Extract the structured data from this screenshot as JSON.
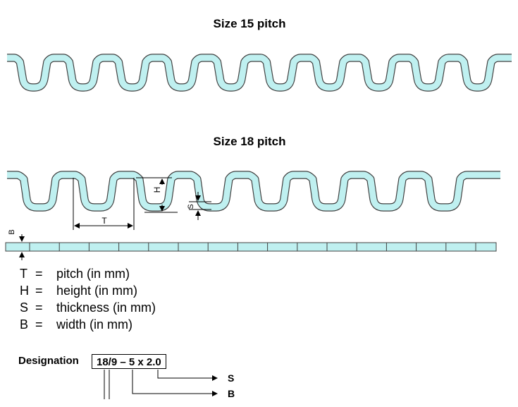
{
  "titles": {
    "size15": "Size 15 pitch",
    "size18": "Size 18 pitch"
  },
  "dimensions": {
    "T": "T",
    "H": "H",
    "S": "S",
    "B": "B"
  },
  "legend": [
    {
      "symbol": "T",
      "eq": "=",
      "text": "pitch (in mm)"
    },
    {
      "symbol": "H",
      "eq": "=",
      "text": "height (in mm)"
    },
    {
      "symbol": "S",
      "eq": "=",
      "text": "thickness (in mm)"
    },
    {
      "symbol": "B",
      "eq": "=",
      "text": "width (in mm)"
    }
  ],
  "designation": {
    "label": "Designation",
    "value": "18/9 – 5 x 2.0",
    "arrows": [
      "S",
      "B"
    ]
  },
  "colors": {
    "fill": "#bff0f0",
    "stroke": "#404040",
    "line": "#000000"
  }
}
